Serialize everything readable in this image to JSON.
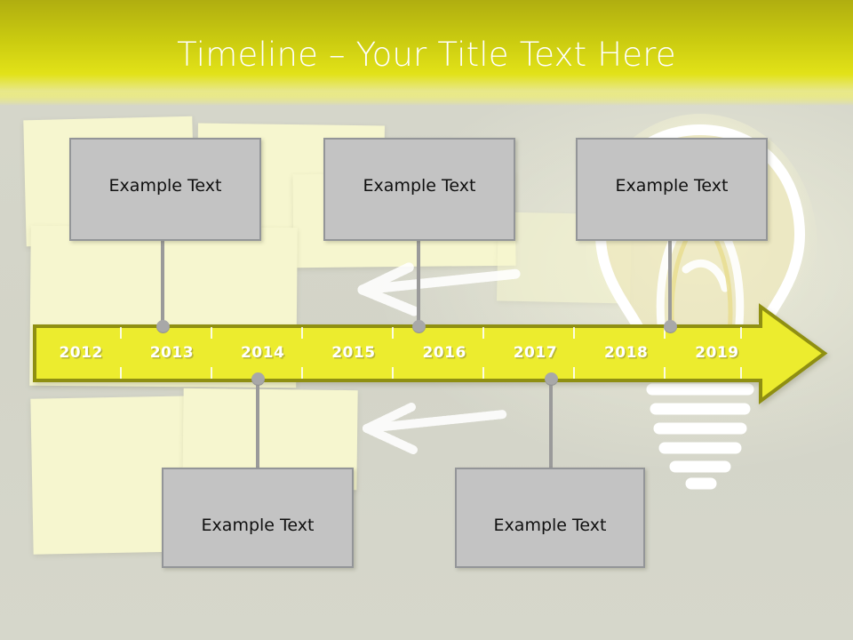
{
  "slide": {
    "title": "Timeline – Your Title Text Here",
    "theme": {
      "header_top": "#b0ae10",
      "header_bottom": "#ededed",
      "background": "#d3d4c8",
      "sticky_note": "#f6f6cf",
      "arrow_fill": "#ecec2e",
      "arrow_border": "#8f8f12",
      "box_fill": "#c3c3c3",
      "box_border": "#939598",
      "connector": "#9a9a9a",
      "year_text": "#ffffff",
      "box_text": "#101010"
    }
  },
  "timeline": {
    "years": [
      "2012",
      "2013",
      "2014",
      "2015",
      "2016",
      "2017",
      "2018",
      "2019"
    ],
    "callouts_above": [
      {
        "label": "Example Text",
        "anchor_year": "2013"
      },
      {
        "label": "Example Text",
        "anchor_year": "2016"
      },
      {
        "label": "Example Text",
        "anchor_year": "2019"
      }
    ],
    "callouts_below": [
      {
        "label": "Example Text",
        "anchor_year": "2014"
      },
      {
        "label": "Example Text",
        "anchor_year": "2017"
      }
    ]
  },
  "decorations": {
    "bulb": "lightbulb-chalk-drawing",
    "arrow_left_upper": "chalk-arrow-left",
    "arrow_left_lower": "chalk-arrow-left",
    "notes": "sticky-notes"
  }
}
